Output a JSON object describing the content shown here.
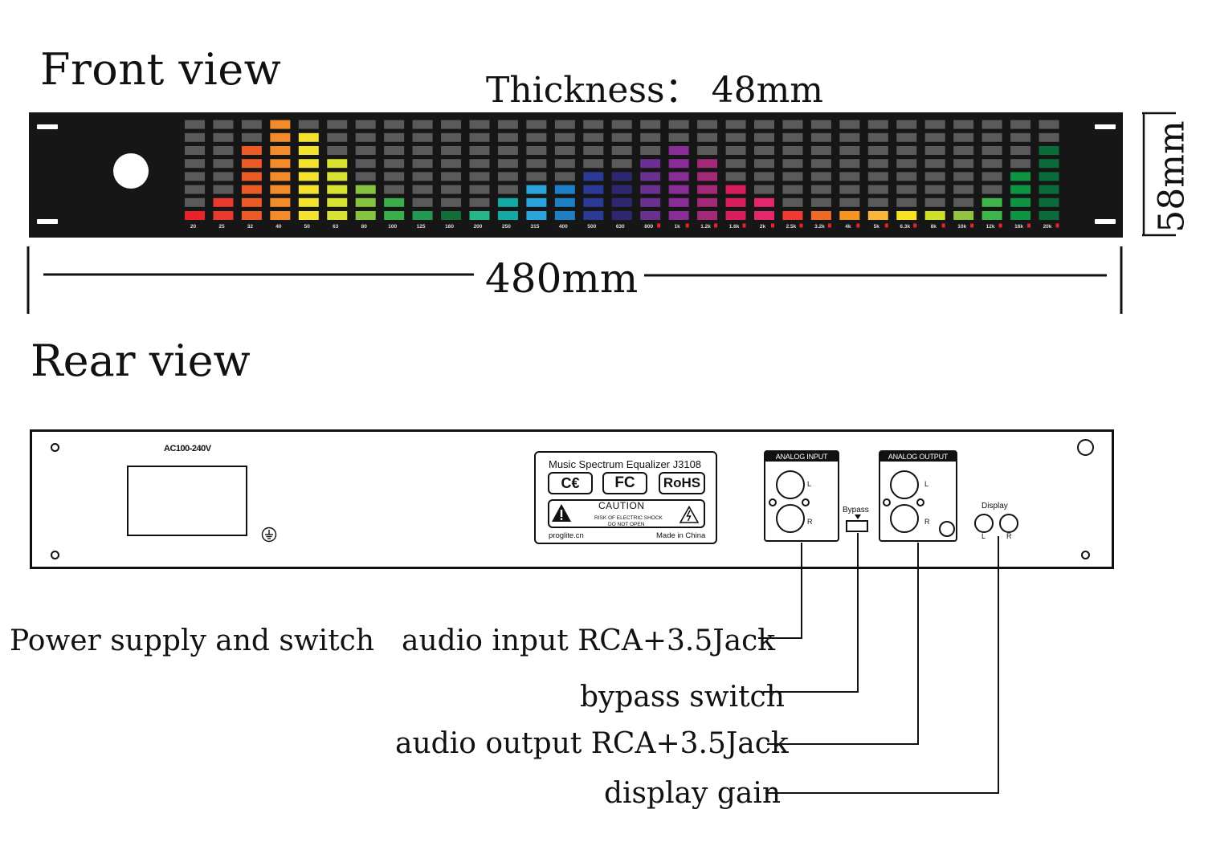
{
  "front": {
    "title": "Front view",
    "thickness": "Thickness：  48mm",
    "width": "480mm",
    "height": "58mm",
    "band_labels": [
      "20",
      "25",
      "32",
      "40",
      "50",
      "63",
      "80",
      "100",
      "125",
      "160",
      "200",
      "250",
      "315",
      "400",
      "500",
      "630",
      "800",
      "1k",
      "1.2k",
      "1.6k",
      "2k",
      "2.5k",
      "3.2k",
      "4k",
      "5k",
      "6.3k",
      "8k",
      "10k",
      "12k",
      "16k",
      "20k"
    ],
    "band_colors": [
      "#e8232a",
      "#ea3a30",
      "#ee5a25",
      "#f48b2a",
      "#f5e22c",
      "#d7e231",
      "#86c440",
      "#3aae49",
      "#1f9a50",
      "#116e38",
      "#27b58a",
      "#13aaa5",
      "#2aa5dc",
      "#1e7fc6",
      "#2b3b95",
      "#2e2870",
      "#6a2f8f",
      "#8a2c98",
      "#a22878",
      "#d91e5b",
      "#e5266c",
      "#ee3a31",
      "#ef6a25",
      "#f6951e",
      "#f9b63a",
      "#f6e21e",
      "#cfe02a",
      "#8fc340",
      "#3db54a",
      "#0d9440",
      "#0a6a3a"
    ],
    "band_levels": [
      1,
      2,
      6,
      8,
      7,
      5,
      3,
      2,
      1,
      1,
      1,
      2,
      3,
      3,
      4,
      4,
      5,
      6,
      5,
      3,
      2,
      1,
      1,
      1,
      1,
      1,
      1,
      1,
      2,
      4,
      6
    ]
  },
  "rear": {
    "title": "Rear view",
    "ac_label": "AC100-240V",
    "nameplate": {
      "model": "Music Spectrum Equalizer J3108",
      "ce": "C€",
      "fc": "FC",
      "rohs": "RoHS",
      "caution": "CAUTION",
      "caution_line1": "RISK OF ELECTRIC SHOCK",
      "caution_line2": "DO NOT OPEN",
      "site": "proglite.cn",
      "origin": "Made in China"
    },
    "analog_input": "ANALOG INPUT",
    "analog_output": "ANALOG OUTPUT",
    "left": "L",
    "right": "R",
    "bypass": "Bypass",
    "display": "Display"
  },
  "callouts": {
    "power": "Power supply and switch",
    "input": "audio input RCA+3.5Jack",
    "bypass": "bypass switch",
    "output": "audio output RCA+3.5Jack",
    "gain": "display gain"
  },
  "colors": {
    "panel": "#161616",
    "led_off": "#5a5a5a",
    "label_accent": "#e8232a"
  }
}
